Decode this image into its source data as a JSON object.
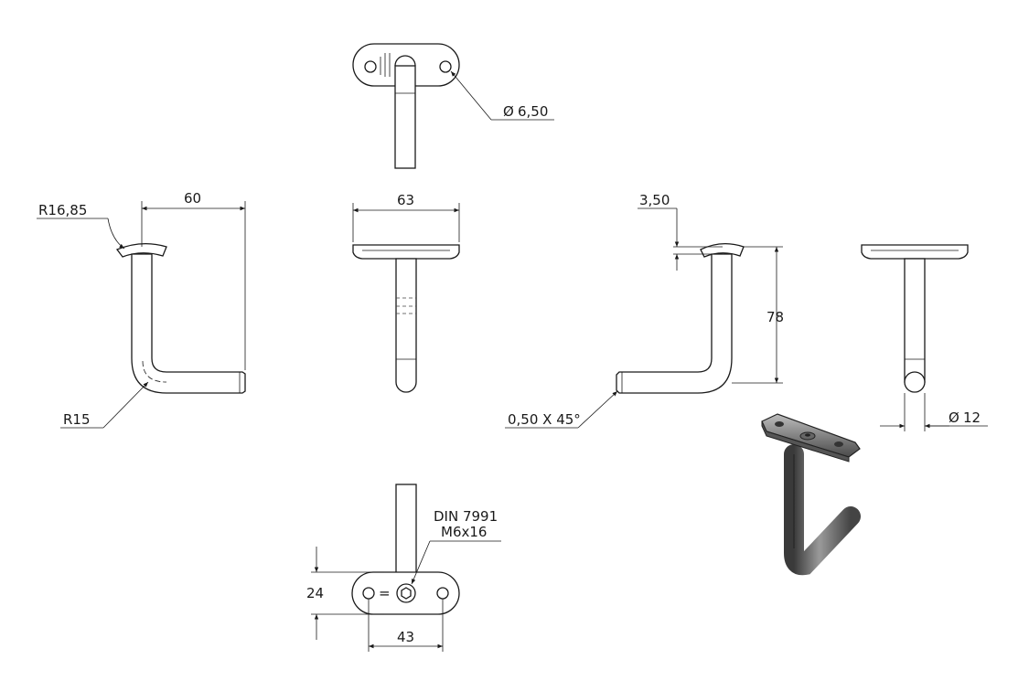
{
  "dimensions": {
    "hole_diameter": "6,50",
    "arm_length": "60",
    "saddle_radius": "R16,85",
    "bend_radius": "R15",
    "plate_width": "63",
    "saddle_depth": "3,50",
    "height": "78",
    "chamfer": "0,50 X 45°",
    "rod_diameter": "12",
    "plate_height": "24",
    "hole_spacing": "43"
  },
  "screw_callout": {
    "standard": "DIN 7991",
    "size": "M6x16"
  },
  "symbols": {
    "diameter": "Ø",
    "centerline_mark": "="
  }
}
